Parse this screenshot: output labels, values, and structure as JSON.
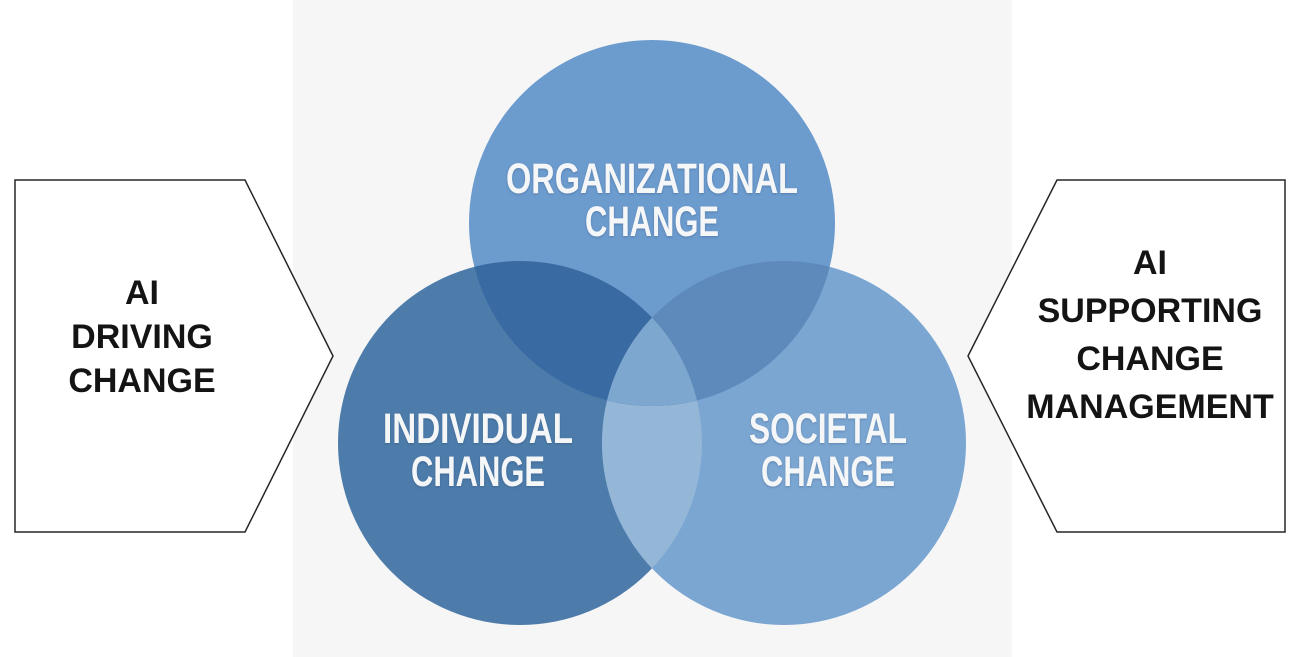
{
  "page": {
    "background": "#ffffff"
  },
  "panel": {
    "background": "#f6f6f7"
  },
  "callouts": {
    "fill": "#ffffff",
    "border_color": "#262626",
    "text_color": "#141414",
    "left": {
      "lines": [
        "AI",
        "DRIVING",
        "CHANGE"
      ]
    },
    "right": {
      "lines": [
        "AI",
        "SUPPORTING",
        "CHANGE",
        "MANAGEMENT"
      ]
    }
  },
  "venn": {
    "label_color": "#f4f6f8",
    "circles": [
      {
        "name": "organizational-change",
        "label_lines": [
          "ORGANIZATIONAL",
          "CHANGE"
        ],
        "color": "#6c9bce"
      },
      {
        "name": "individual-change",
        "label_lines": [
          "INDIVIDUAL",
          "CHANGE"
        ],
        "color": "#4d7cab"
      },
      {
        "name": "societal-change",
        "label_lines": [
          "SOCIETAL",
          "CHANGE"
        ],
        "color": "#7ba6d2"
      }
    ],
    "overlaps": {
      "organizational_individual": "#396aa1",
      "organizational_societal": "#5d8abb",
      "individual_societal": "#94b6d7",
      "all_three": "#7ea7d0"
    }
  }
}
